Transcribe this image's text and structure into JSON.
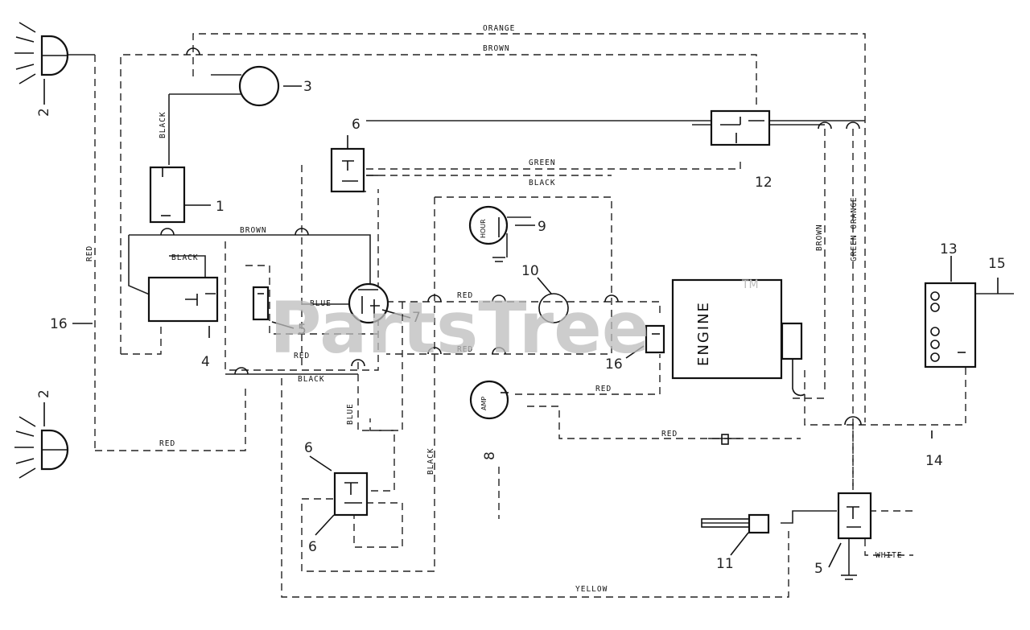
{
  "watermark": {
    "brand": "PartsTree",
    "trademark": "TM"
  },
  "wire_labels": {
    "orange": "ORANGE",
    "brown": "BROWN",
    "black": "BLACK",
    "green": "GREEN",
    "red": "RED",
    "blue": "BLUE",
    "yellow": "YELLOW",
    "white": "WHITE",
    "green_orange": "GREEN ORANGE"
  },
  "component_labels": {
    "engine": "ENGINE",
    "hour_meter": "HOUR",
    "ammeter": "AMP"
  },
  "callouts": [
    "1",
    "2",
    "3",
    "4",
    "5",
    "6",
    "7",
    "8",
    "9",
    "10",
    "11",
    "12",
    "13",
    "14",
    "15",
    "16"
  ]
}
